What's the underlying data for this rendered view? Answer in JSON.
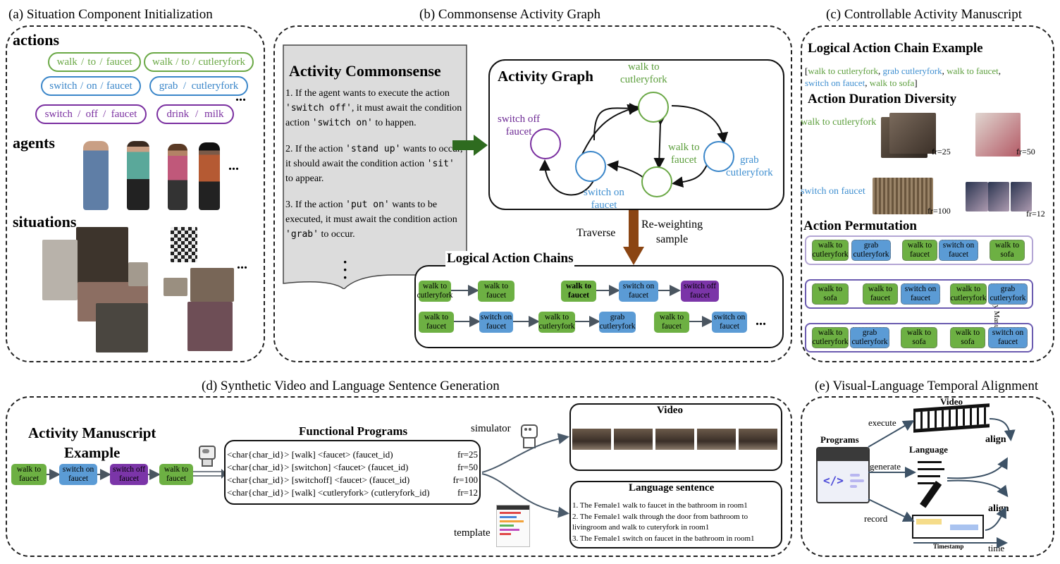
{
  "panel_a": {
    "title": "(a) Situation Component Initialization",
    "actions_label": "actions",
    "agents_label": "agents",
    "situations_label": "situations",
    "ellipsis": "...",
    "pills": [
      {
        "w1": "walk",
        "w2": "to",
        "w3": "faucet"
      },
      {
        "w1": "walk",
        "w2": "to",
        "w3": "cutleryfork"
      },
      {
        "w1": "switch",
        "w2": "on",
        "w3": "faucet"
      },
      {
        "w1": "grab",
        "w2": "",
        "w3": "cutleryfork"
      },
      {
        "w1": "switch",
        "w2": "off",
        "w3": "faucet"
      },
      {
        "w1": "drink",
        "w2": "",
        "w3": "milk"
      }
    ]
  },
  "panel_b": {
    "title": "(b) Commonsense Activity Graph",
    "commonsense_title": "Activity Commonsense",
    "rules": [
      {
        "pre": "1. If the agent wants to execute the action ",
        "a": "'switch off'",
        "mid": ", it must await the condition action ",
        "b": "'switch on'",
        "post": " to happen."
      },
      {
        "pre": "2. If the action ",
        "a": "'stand up'",
        "mid": " wants to occur, it should await the condition action ",
        "b": "'sit'",
        "post": " to appear."
      },
      {
        "pre": "3. If the action ",
        "a": "'put on'",
        "mid": " wants to be executed, it must await the condition action ",
        "b": "'grab'",
        "post": " to occur."
      }
    ],
    "graph_title": "Activity Graph",
    "nodes": {
      "walk_cutlery": "walk to\ncutleryfork",
      "switch_off": "switch off\nfaucet",
      "walk_faucet": "walk to\nfaucet",
      "grab": "grab\ncutleryfork",
      "switch_on": "switch on\nfaucet"
    },
    "traverse": "Traverse",
    "reweight": "Re-weighting\nsample",
    "chains_title": "Logical Action Chains",
    "chain1": [
      "walk to\ncutleryfork",
      "walk to\nfaucet",
      "walk to\nfaucet",
      "switch on\nfaucet",
      "switch off\nfaucet"
    ],
    "chain2": [
      "walk to\nfaucet",
      "switch on\nfaucet",
      "walk to\ncutleryfork",
      "grab\ncutleryfork",
      "walk to\nfaucet",
      "switch on\nfaucet"
    ],
    "ellipsis": "..."
  },
  "panel_c": {
    "title": "(c) Controllable Activity Manuscript",
    "lac_title": "Logical Action Chain Example",
    "lac_items": [
      "walk to cutleryfork",
      "grab cutleryfork",
      "walk to faucet",
      "switch on faucet",
      "walk to sofa"
    ],
    "duration_title": "Action Duration Diversity",
    "dur_label1": "walk to cutleryfork",
    "dur_label2": "switch on faucet",
    "fr": [
      "fr=25",
      "fr=50",
      "fr=100",
      "fr=12"
    ],
    "perm_title": "Action Permutation",
    "side_label": "Activity Manuscript",
    "rows": [
      [
        "walk to\ncutleryfork",
        "grab\ncutleryfork",
        "walk to\nfaucet",
        "switch on\nfaucet",
        "walk to\nsofa"
      ],
      [
        "walk to\nsofa",
        "walk to\nfaucet",
        "switch on\nfaucet",
        "walk to\ncutleryfork",
        "grab\ncutleryfork"
      ],
      [
        "walk to\ncutleryfork",
        "grab\ncutleryfork",
        "walk to\nsofa",
        "walk to\nsofa",
        "switch on\nfaucet"
      ]
    ]
  },
  "panel_d": {
    "title": "(d) Synthetic Video and Language Sentence Generation",
    "manuscript_title": "Activity Manuscript\nExample",
    "chain": [
      "walk to\nfaucet",
      "switch on\nfaucet",
      "switch off\nfaucet",
      "walk to\nfaucet"
    ],
    "fp_title": "Functional Programs",
    "programs": [
      {
        "text": "<char{char_id}> [walk] <faucet> (faucet_id)",
        "fr": "fr=25"
      },
      {
        "text": "<char{char_id}> [switchon] <faucet> (faucet_id)",
        "fr": "fr=50"
      },
      {
        "text": "<char{char_id}> [switchoff] <faucet> (faucet_id)",
        "fr": "fr=100"
      },
      {
        "text": "<char{char_id}> [walk] <cutleryfork> (cutleryfork_id)",
        "fr": "fr=12"
      }
    ],
    "simulator": "simulator",
    "template": "template",
    "video_title": "Video",
    "lang_title": "Language sentence",
    "sentences": [
      "1. The Female1 walk to faucet in the bathroom in room1",
      "2. The Female1 walk through the door from bathroom to livingroom and walk  to cuteryfork in room1",
      "3. The Female1 switch on faucet in the bathroom in room1"
    ]
  },
  "panel_e": {
    "title": "(e) Visual-Language Temporal Alignment",
    "programs": "Programs",
    "execute": "execute",
    "generate": "generate",
    "record": "record",
    "video": "Video",
    "language": "Language",
    "align1": "align",
    "align2": "align",
    "timestamp": "Timestamp",
    "time": "time"
  },
  "colors": {
    "green": "#6db043",
    "blue": "#5b9bd5",
    "purple": "#7b35a8",
    "brown": "#8b4513",
    "darkgreen": "#2e6b1f"
  }
}
